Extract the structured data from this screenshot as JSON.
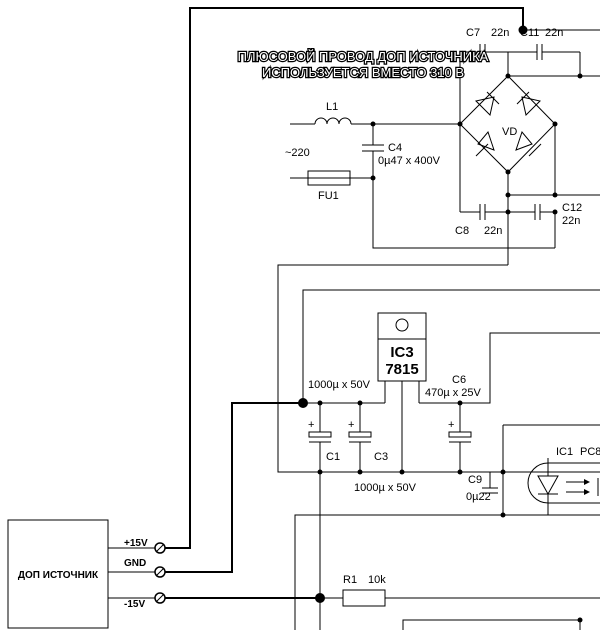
{
  "note": {
    "line1": "ПЛЮСОВОЙ ПРОВОД ДОП ИСТОЧНИКА",
    "line2": "ИСПОЛЬЗУЕТСЯ ВМЕСТО 310 В"
  },
  "components": {
    "L1": "L1",
    "C4": "C4",
    "C4_value": "0µ47 x 400V",
    "mains": "~220",
    "FU1": "FU1",
    "C7": "C7",
    "C7_value": "22n",
    "C11": "C11",
    "C11_value": "22n",
    "VD": "VD",
    "C8": "C8",
    "C8_value": "22n",
    "C12": "C12",
    "C12_value": "22n",
    "IC3": "IC3",
    "IC3_part": "7815",
    "C1_value": "1000µ x 50V",
    "C1": "C1",
    "C3": "C3",
    "C3_value": "1000µ x 50V",
    "C6": "C6",
    "C6_value": "470µ x 25V",
    "C9": "C9",
    "C9_value": "0µ22",
    "IC1": "IC1",
    "PC8": "PC8",
    "R1": "R1",
    "R1_value": "10k",
    "plus_sign": "+"
  },
  "aux_source": {
    "label": "ДОП ИСТОЧНИК",
    "pin_plus15": "+15V",
    "pin_gnd": "GND",
    "pin_minus15": "-15V"
  }
}
